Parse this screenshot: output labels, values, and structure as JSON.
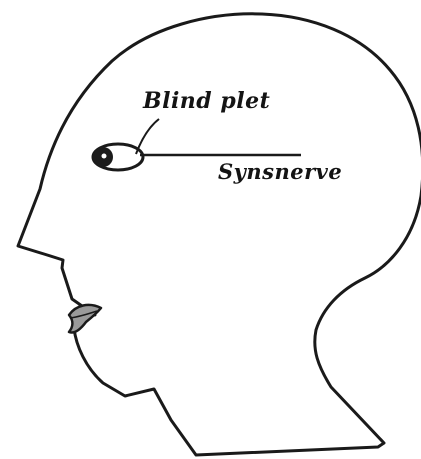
{
  "labels": {
    "blind_spot": "Blind plet",
    "optic_nerve": "Synsnerve"
  },
  "colors": {
    "background": "#ffffff",
    "outline": "#1a1a1a",
    "lip_fill": "#9a9a9a",
    "eye_fill": "#1c1c1c"
  },
  "icons": {
    "head": "head-profile-outline",
    "eye": "eye-outline",
    "lips": "lips-shape"
  }
}
